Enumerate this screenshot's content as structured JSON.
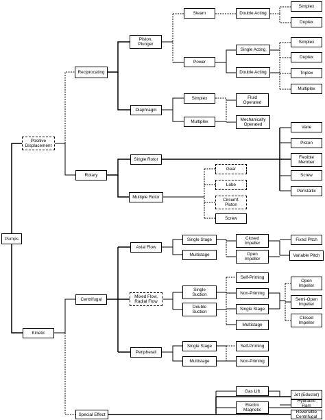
{
  "nodes": {
    "pumps": "Pumps",
    "positive_displacement": "Positive\nDisplacement",
    "kinetic": "Kinetic",
    "reciprocating": "Reciprocating",
    "rotary": "Rotary",
    "centrifugal": "Centrifugal",
    "special_effect": "Special Effect",
    "piston_plunger": "Piston,\nPlunger",
    "diaphragm": "Diaphragm",
    "single_rotor": "Single Rotor",
    "multiple_rotor": "Multiple Rotor",
    "axial_flow": "Axial Flow",
    "mixed_radial_flow": "Mixed Flow,\nRadial Flow",
    "peripheral": "Peripherall",
    "steam": "Steam",
    "power": "Power",
    "diaphragm_simplex": "Simplex",
    "diaphragm_multiplex": "Multiplex",
    "double_acting_steam": "Double Acting",
    "single_acting": "Single Acting",
    "double_acting_power": "Double Acting",
    "steam_simplex": "Simplex",
    "steam_duplex": "Duplex",
    "power_simplex": "Simplex",
    "power_duplex": "Duplex",
    "triplex": "Triplex",
    "multiplex": "Multiplex",
    "fluid_operated": "Fluid\nOperated",
    "mechanically_operated": "Mechanically\nOperated",
    "vane": "Vane",
    "piston": "Piston",
    "flexible_member": "Flexible\nMember",
    "screw_single": "Screw",
    "peristaltic": "Peristaltic",
    "gear": "Gear",
    "lobe": "Lobe",
    "circumf_piston": "Circumf.\nPiston",
    "screw_multi": "Screw",
    "axial_single_stage": "Single Stage",
    "axial_multistage": "Multistage",
    "closed_impeller_axial": "Closed\nImpeller",
    "open_impeller_axial": "Open\nImpeller",
    "fixed_pitch": "Fixed Pitch",
    "variable_pitch": "Variable Pitch",
    "single_suction": "Single\nSuction",
    "double_suction": "Double\nSuction",
    "self_priming_mixed": "Self-Priming",
    "non_priming_mixed": "Non-Priming",
    "single_stage_mixed": "Single Stage",
    "multistage_mixed": "Multistage",
    "open_impeller_mixed": "Open\nImpeller",
    "semi_open_impeller": "Semi-Open\nImpeller",
    "closed_impeller_mixed": "Closed\nImpeller",
    "periph_single_stage": "Single Stage",
    "periph_multistage": "Multistage",
    "self_priming_periph": "Self-Priming",
    "non_priming_periph": "Non-Priming",
    "jet_eductor": "Jet (Eductor)",
    "gas_lift": "Gas Lift",
    "hydraulic_ram": "Hydraulic\nRam",
    "electro_magnetic": "Electro\nMagnetic",
    "reversible_centrifugal": "Reversible\nCentrifugal"
  }
}
